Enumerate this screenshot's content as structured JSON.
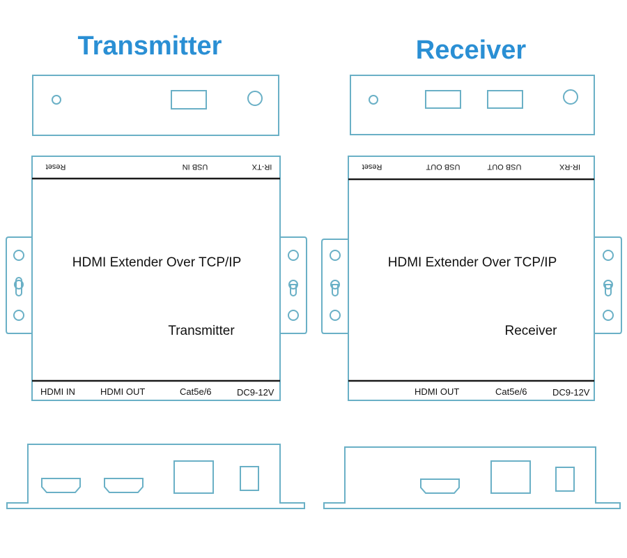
{
  "transmitter": {
    "heading": "Transmitter",
    "top_labels": [
      "Reset",
      "USB IN",
      "IR-TX"
    ],
    "main_label": "HDMI Extender Over TCP/IP",
    "sub_label": "Transmitter",
    "bottom_labels": [
      "HDMI IN",
      "HDMI OUT",
      "Cat5e/6",
      "DC9-12V"
    ]
  },
  "receiver": {
    "heading": "Receiver",
    "top_labels": [
      "Reset",
      "USB OUT",
      "USB OUT",
      "IR-RX"
    ],
    "main_label": "HDMI Extender Over TCP/IP",
    "sub_label": "Receiver",
    "bottom_labels": [
      "HDMI OUT",
      "Cat5e/6",
      "DC9-12V"
    ]
  },
  "colors": {
    "heading": "#2a8fd4",
    "outline": "#6ab0c6",
    "strip": "#1a1a1a"
  }
}
